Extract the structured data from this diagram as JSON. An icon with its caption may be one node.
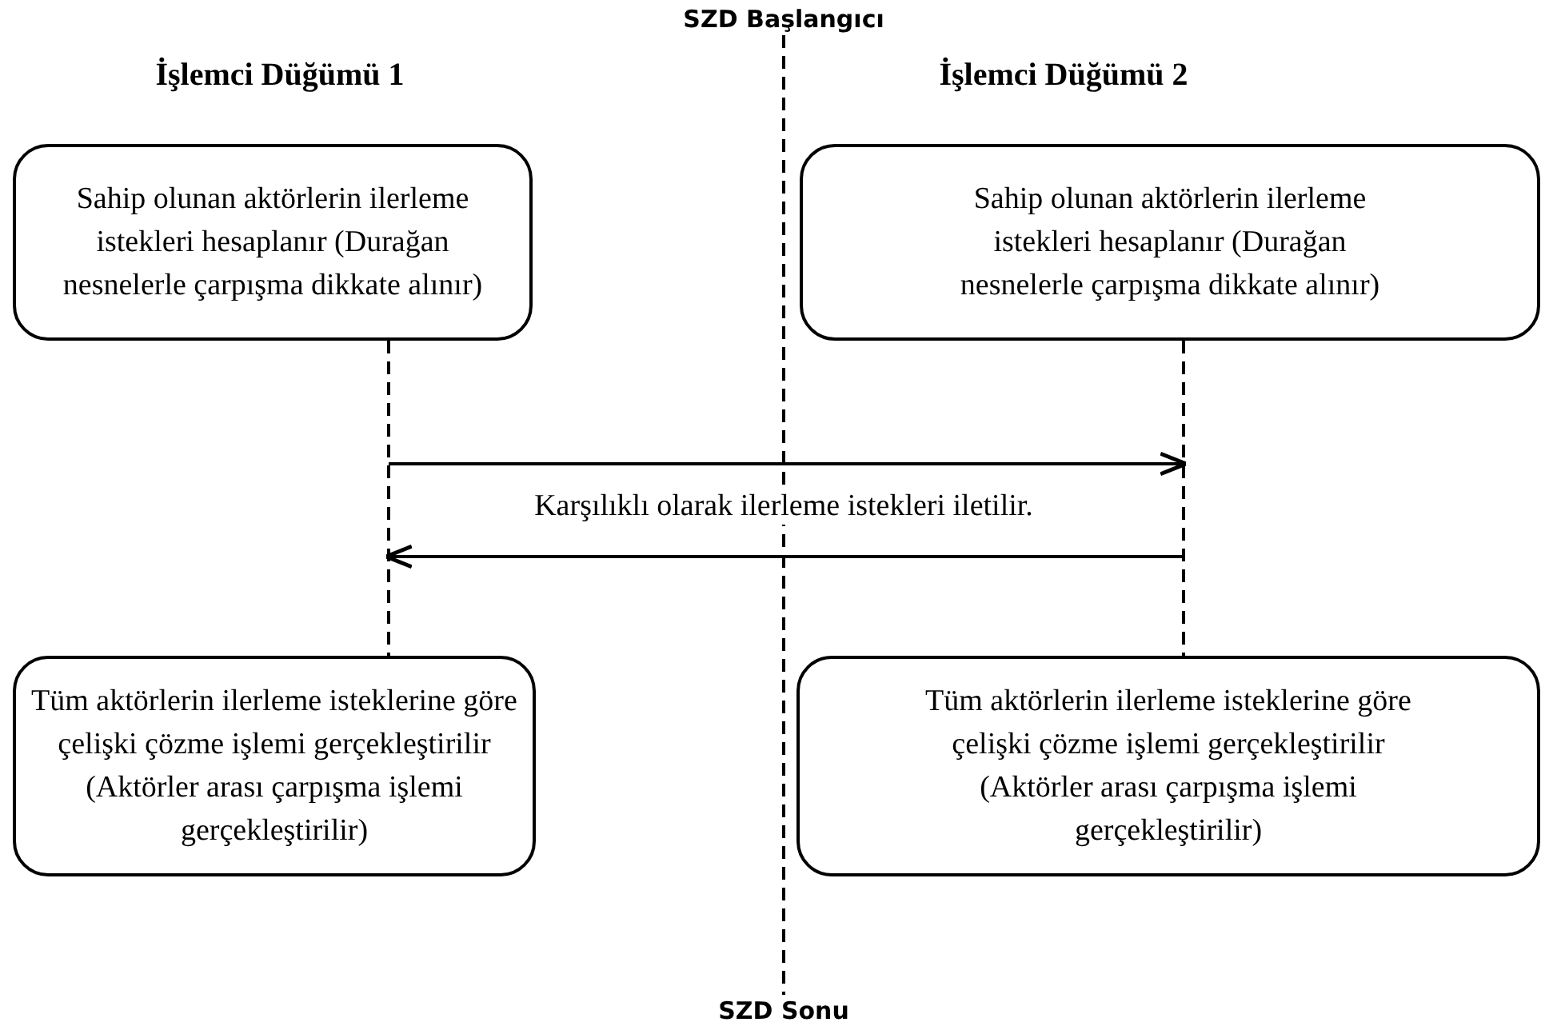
{
  "diagram": {
    "nodes": [
      {
        "text": [
          "Sahip olunan aktörlerin ilerleme istekleri hesaplanır (Durağan nesnelerle çarpışma dikkate alınır)"
        ]
      },
      {
        "text": [
          "Sahip olunan aktörlerin ilerleme istekleri hesaplanır (Durağan nesnelerle çarpışma dikkate alınır)"
        ]
      },
      {
        "text": [
          "Tüm aktörlerin ilerleme isteklerine göre çelişki çözme işlemi gerçekleştirilir (Aktörler arası çarpışma işlemi gerçekleştirilir)"
        ]
      },
      {
        "text": [
          "Tüm aktörlerin ilerleme isteklerine göre çelişki çözme işlemi gerçekleştirilir (Aktörler arası çarpışma işlemi gerçekleştirilir)"
        ]
      },
      {
        "text": [
          "SZD Başlangıcı"
        ]
      },
      {
        "text": [
          "SZD Sonu"
        ]
      }
    ],
    "edges": [
      {
        "from": 0,
        "to": 2,
        "arrow": "none",
        "style": "dashed"
      },
      {
        "from": 1,
        "to": 3,
        "arrow": "none",
        "style": "dashed"
      },
      {
        "from": 0,
        "to": null,
        "arrow": "to"
      },
      {
        "from": 1,
        "to": null,
        "arrow": "to"
      },
      {
        "from": 4,
        "to": 5,
        "arrow": "none",
        "style": "dashed"
      }
    ],
    "labels": [
      "İşlemci Düğümü 1",
      "İşlemci Düğümü 2",
      "Karşılıklı olarak ilerleme istekleri iletilir."
    ]
  }
}
